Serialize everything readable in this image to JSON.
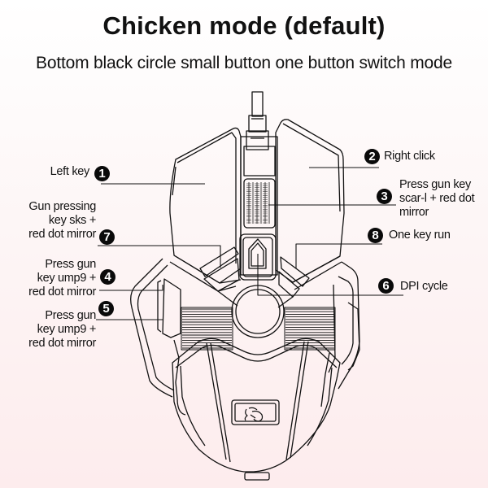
{
  "title": "Chicken mode (default)",
  "subtitle": "Bottom black circle small button one button switch mode",
  "callouts": [
    {
      "number": "1",
      "text": "Left key"
    },
    {
      "number": "2",
      "text": "Right click"
    },
    {
      "number": "3",
      "lines": [
        "Press gun key",
        "scar-l + red dot",
        "mirror"
      ]
    },
    {
      "number": "4",
      "lines": [
        "Press gun",
        "key ump9 +",
        "red dot mirror"
      ]
    },
    {
      "number": "5",
      "lines": [
        "Press gun",
        "key ump9 +",
        "red dot mirror"
      ]
    },
    {
      "number": "6",
      "text": "DPI cycle"
    },
    {
      "number": "7",
      "lines": [
        "Gun pressing",
        "key sks +",
        "red dot mirror"
      ]
    },
    {
      "number": "8",
      "text": "One key run"
    }
  ],
  "colors": {
    "line": "#111111",
    "badge": "#0a0a0a",
    "background_top": "#ffffff",
    "background_bottom": "#fdeced"
  },
  "icons": {
    "logo": "chicken-logo-icon",
    "dpi": "arrow-up-icon"
  }
}
